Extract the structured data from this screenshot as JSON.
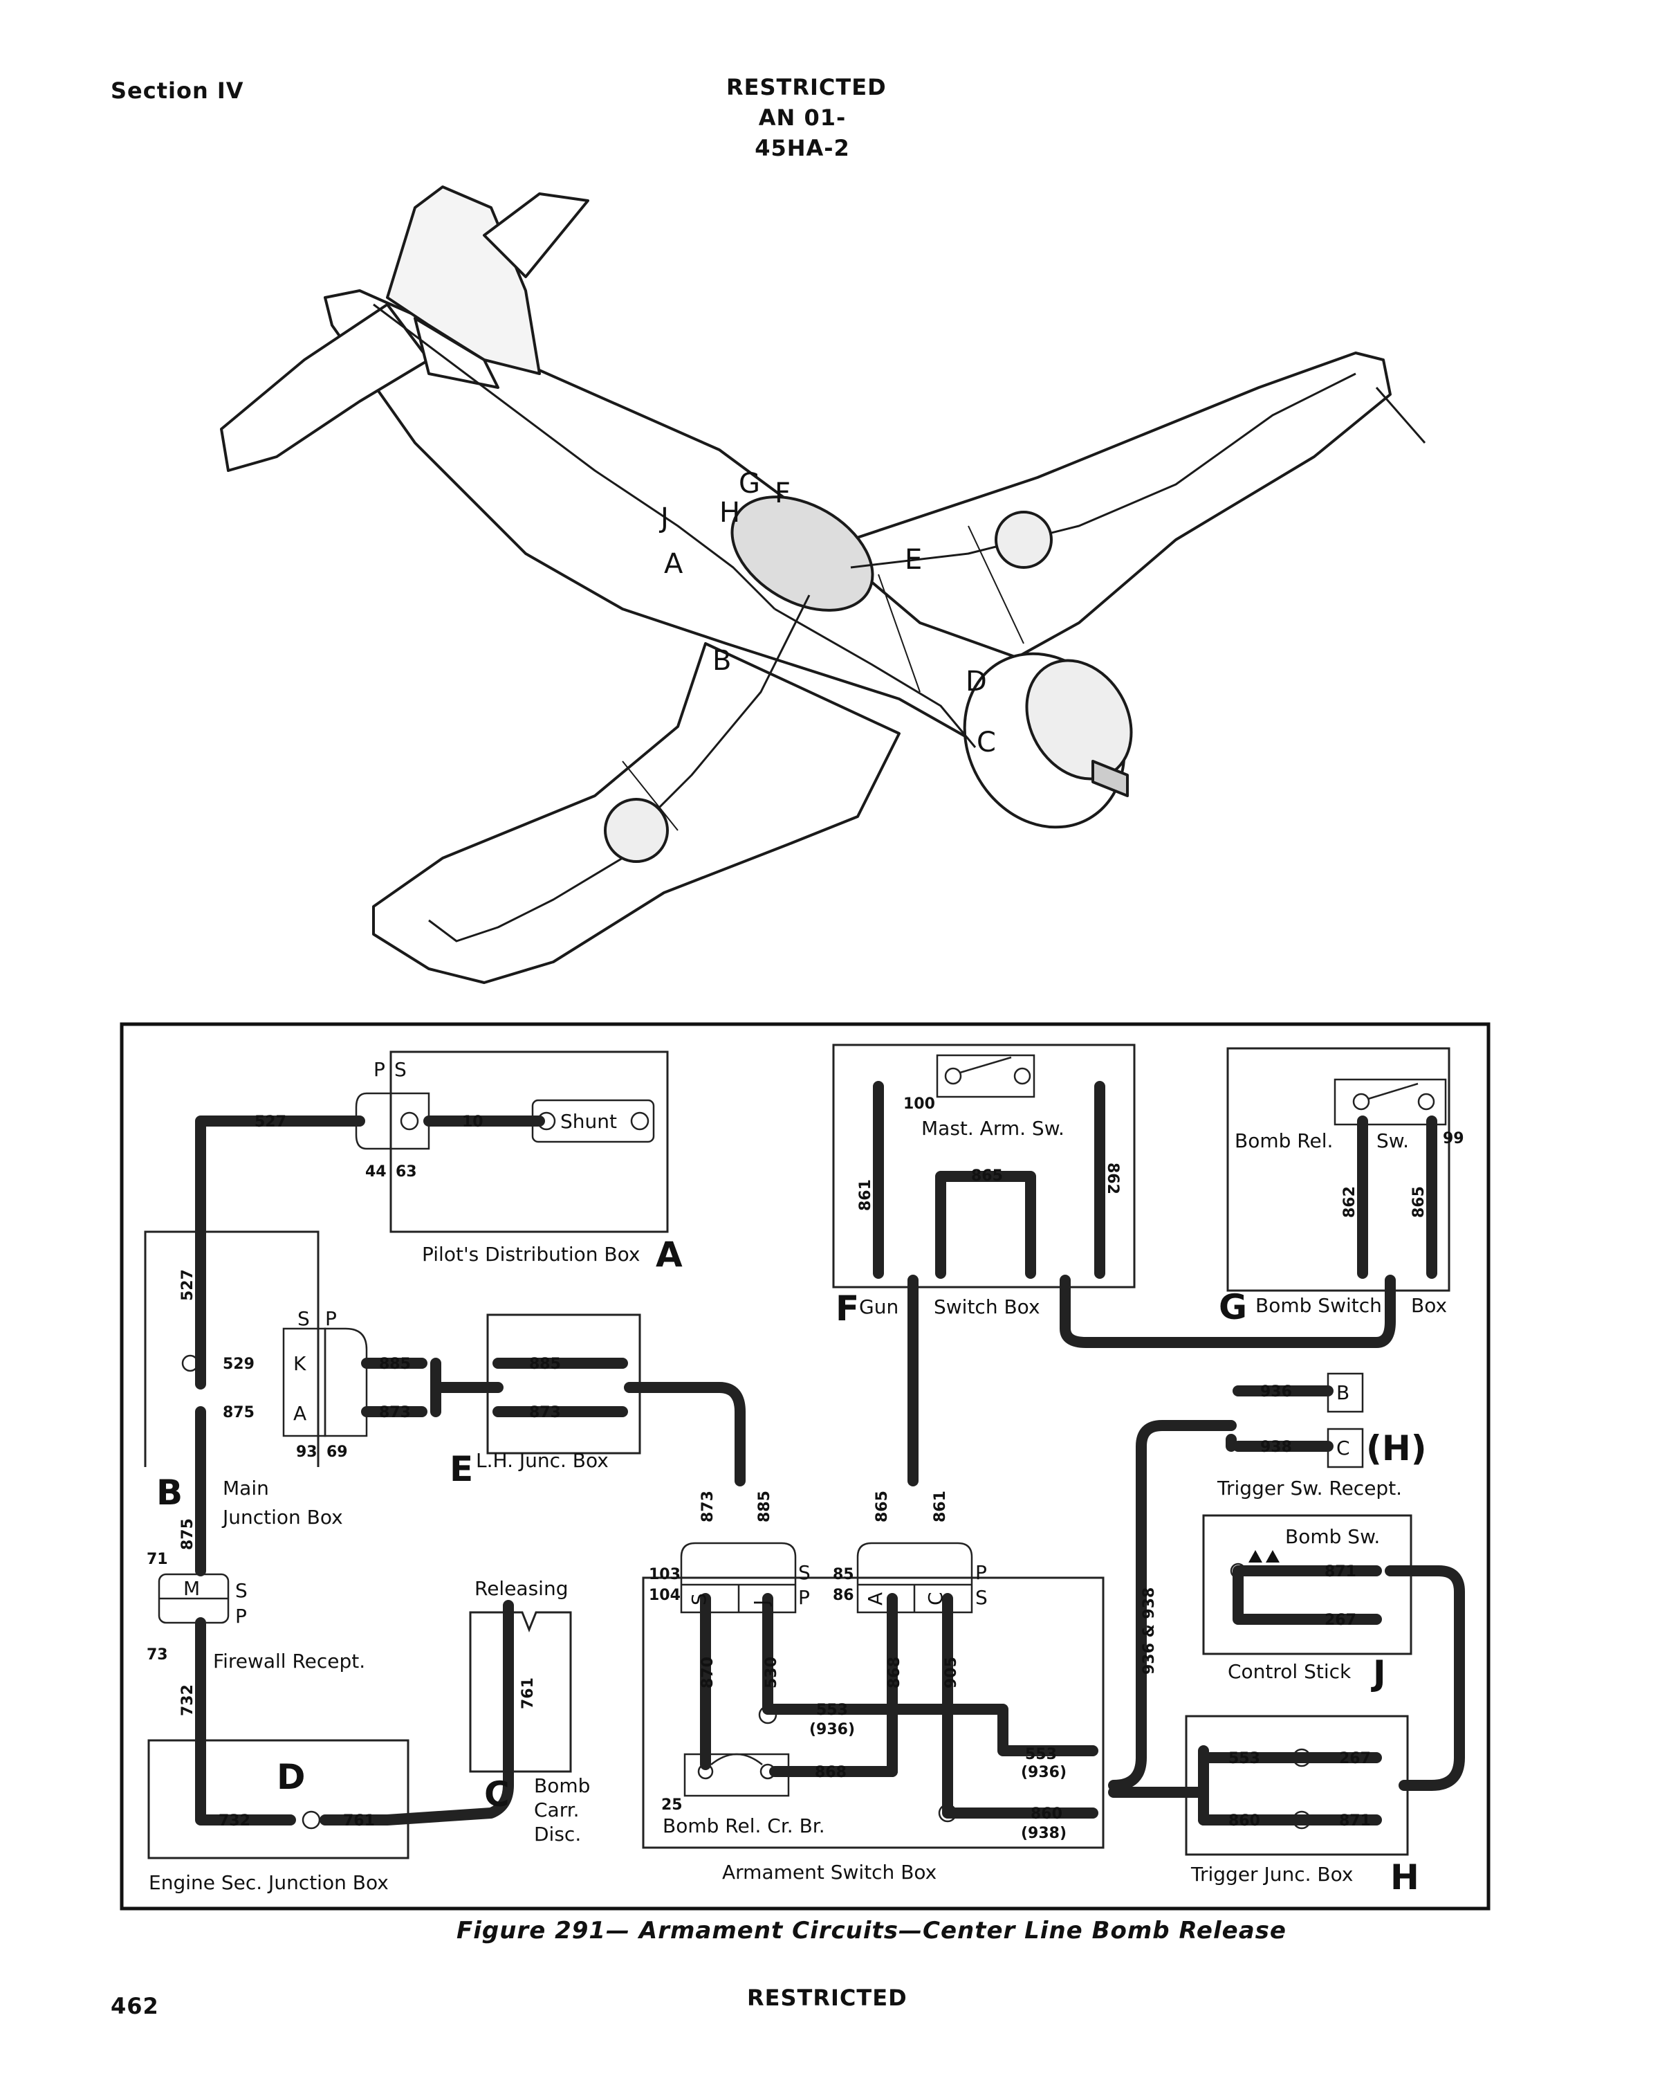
{
  "header": {
    "section": "Section IV",
    "restricted_top": "RESTRICTED",
    "doc_number": "AN 01-45HA-2"
  },
  "aircraft_callouts": [
    "G",
    "F",
    "J",
    "H",
    "A",
    "E",
    "B",
    "D",
    "C"
  ],
  "schematic": {
    "pilot_box": {
      "letter": "A",
      "title": "Pilot's Distribution Box",
      "pin_p": "P",
      "pin_s": "S",
      "shunt": "Shunt",
      "w527": "527",
      "w10": "10",
      "n44": "44",
      "n63": "63"
    },
    "main_box": {
      "letter": "B",
      "title1": "Main",
      "title2": "Junction Box",
      "pin_s": "S",
      "pin_p": "P",
      "k": "K",
      "a": "A",
      "w527": "527",
      "w529": "529",
      "w875": "875",
      "w885": "885",
      "w873": "873",
      "n93": "93",
      "n69": "69"
    },
    "lh_box": {
      "letter": "E",
      "title": "L.H. Junc. Box",
      "w885": "885",
      "w873": "873"
    },
    "firewall": {
      "title": "Firewall Recept.",
      "m": "M",
      "s": "S",
      "p": "P",
      "n71": "71",
      "n73": "73",
      "w875": "875",
      "w732": "732"
    },
    "engine_box": {
      "letter": "D",
      "title": "Engine Sec. Junction Box",
      "w732": "732",
      "w761": "761"
    },
    "bomb_carr": {
      "letter": "C",
      "releasing": "Releasing",
      "l1": "Bomb",
      "l2": "Carr.",
      "l3": "Disc.",
      "w761": "761"
    },
    "gun_box": {
      "letter": "F",
      "title1": "Gun",
      "title2": "Switch Box",
      "mast": "Mast. Arm. Sw.",
      "w100": "100",
      "w865": "865",
      "w861": "861",
      "w862": "862"
    },
    "bomb_sw_box": {
      "letter": "G",
      "title1": "Bomb Switch",
      "title2": "Box",
      "rel": "Bomb Rel.",
      "sw": "Sw.",
      "w99": "99",
      "w862": "862",
      "w865": "865"
    },
    "trigger_recept": {
      "letter": "(H)",
      "title": "Trigger Sw. Recept.",
      "b": "B",
      "c": "C",
      "w936": "936",
      "w938": "938"
    },
    "control_stick": {
      "letter": "J",
      "title": "Control Stick",
      "bomb_sw": "Bomb Sw.",
      "w871": "871",
      "w267": "267"
    },
    "trigger_junc": {
      "letter": "H",
      "title": "Trigger Junc. Box",
      "w553": "553",
      "w267": "267",
      "w860": "860",
      "w871": "871"
    },
    "armament_box": {
      "title": "Armament Switch Box",
      "crbr": "Bomb Rel. Cr. Br.",
      "s": "S",
      "j": "J",
      "p": "P",
      "a": "A",
      "c": "C",
      "s2": "S",
      "p2": "P",
      "n103": "103",
      "n104": "104",
      "n85": "85",
      "n86": "86",
      "n25": "25",
      "w873": "873",
      "w885": "885",
      "w865": "865",
      "w861": "861",
      "w870": "870",
      "w530": "530",
      "w868": "868",
      "w905": "905",
      "w553a": "553",
      "w936a": "(936)",
      "w868b": "868",
      "w553b": "553",
      "w936b": "(936)",
      "w860": "860",
      "w938": "(938)",
      "w936_938": "936 & 938"
    }
  },
  "caption": "Figure 291— Armament Circuits—Center Line Bomb Release",
  "footer": {
    "page": "462",
    "restricted": "RESTRICTED"
  }
}
